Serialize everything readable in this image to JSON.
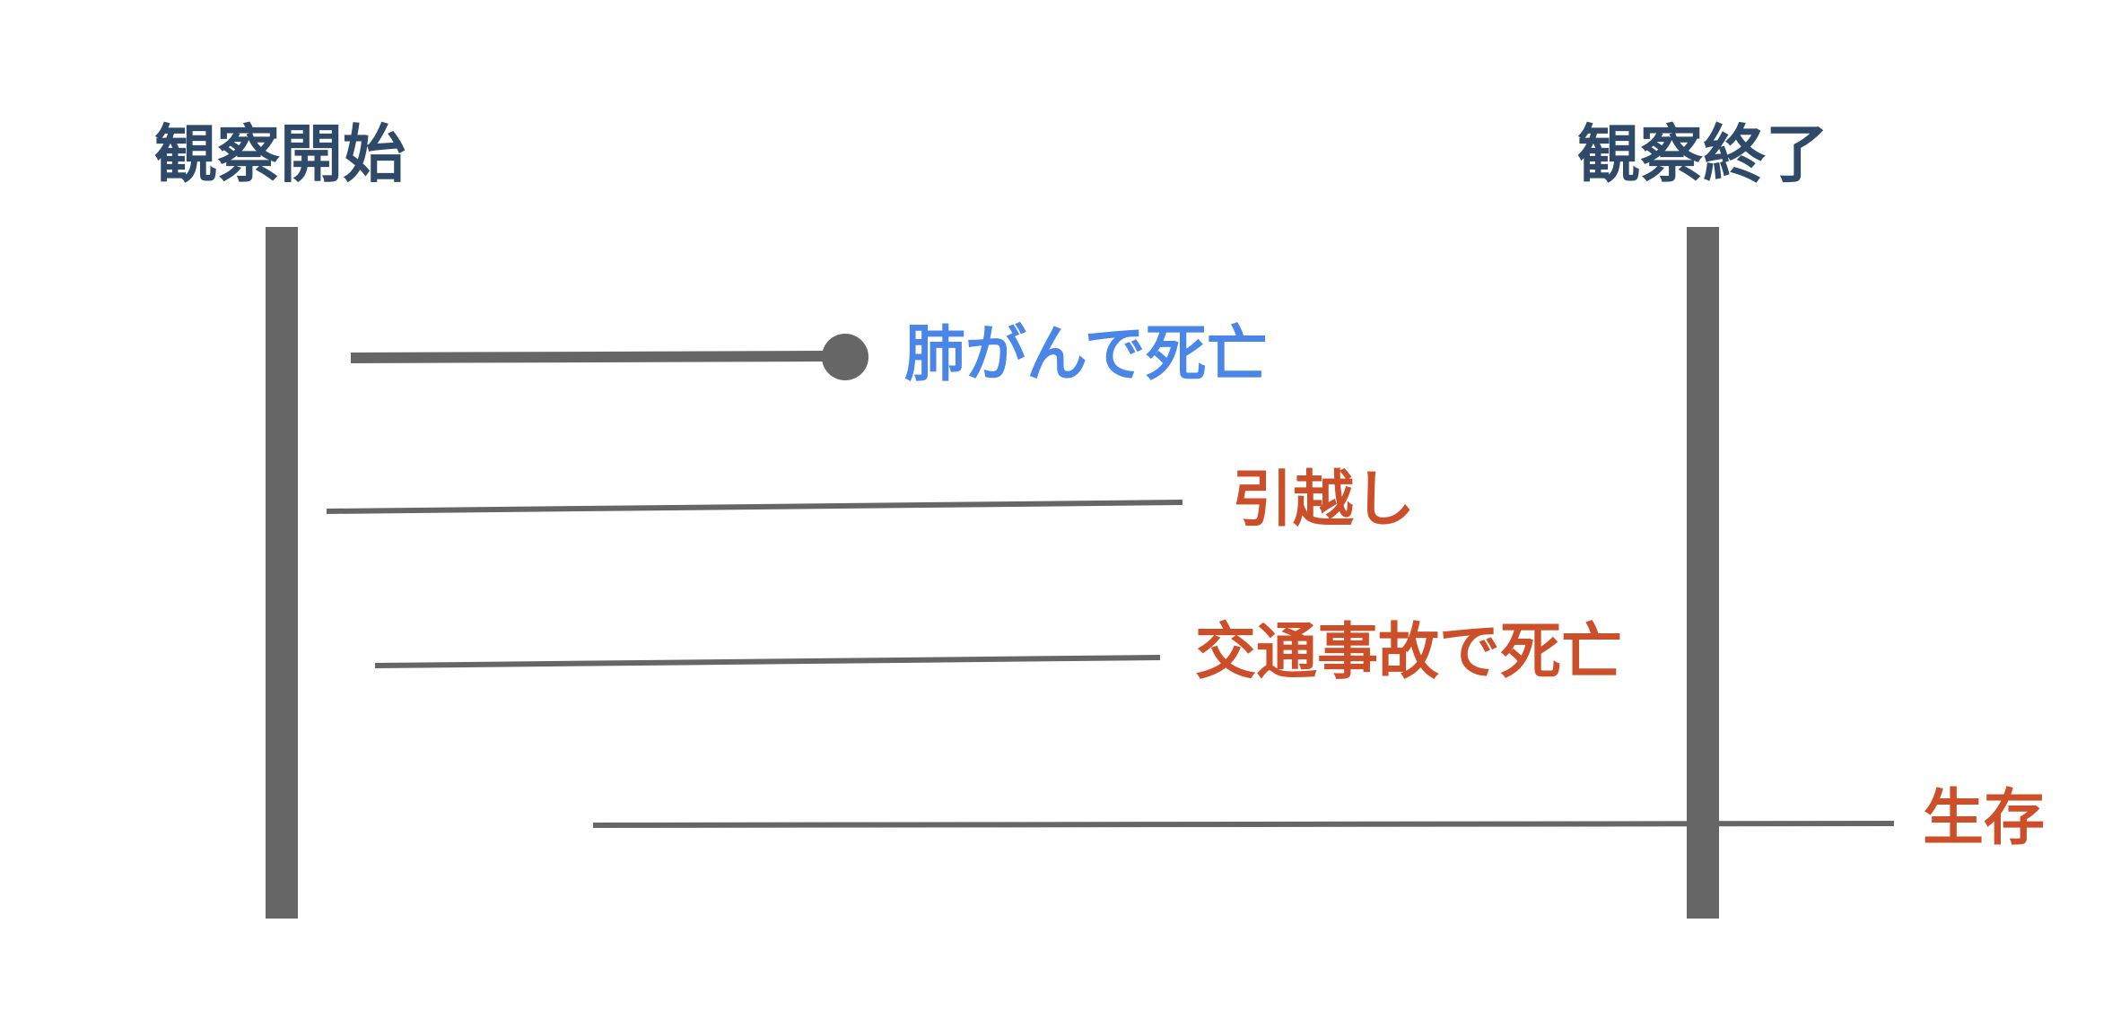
{
  "headings": {
    "start": "観察開始",
    "end": "観察終了"
  },
  "colors": {
    "heading": "#2e4a68",
    "bar": "#666666",
    "line": "#666666",
    "event": "#4a86e8",
    "censored": "#cc4f2a",
    "background": "#ffffff"
  },
  "subjects": [
    {
      "label": "肺がんで死亡",
      "type": "event",
      "marker": "circle"
    },
    {
      "label": "引越し",
      "type": "censored"
    },
    {
      "label": "交通事故で死亡",
      "type": "censored"
    },
    {
      "label": "生存",
      "type": "censored"
    }
  ]
}
